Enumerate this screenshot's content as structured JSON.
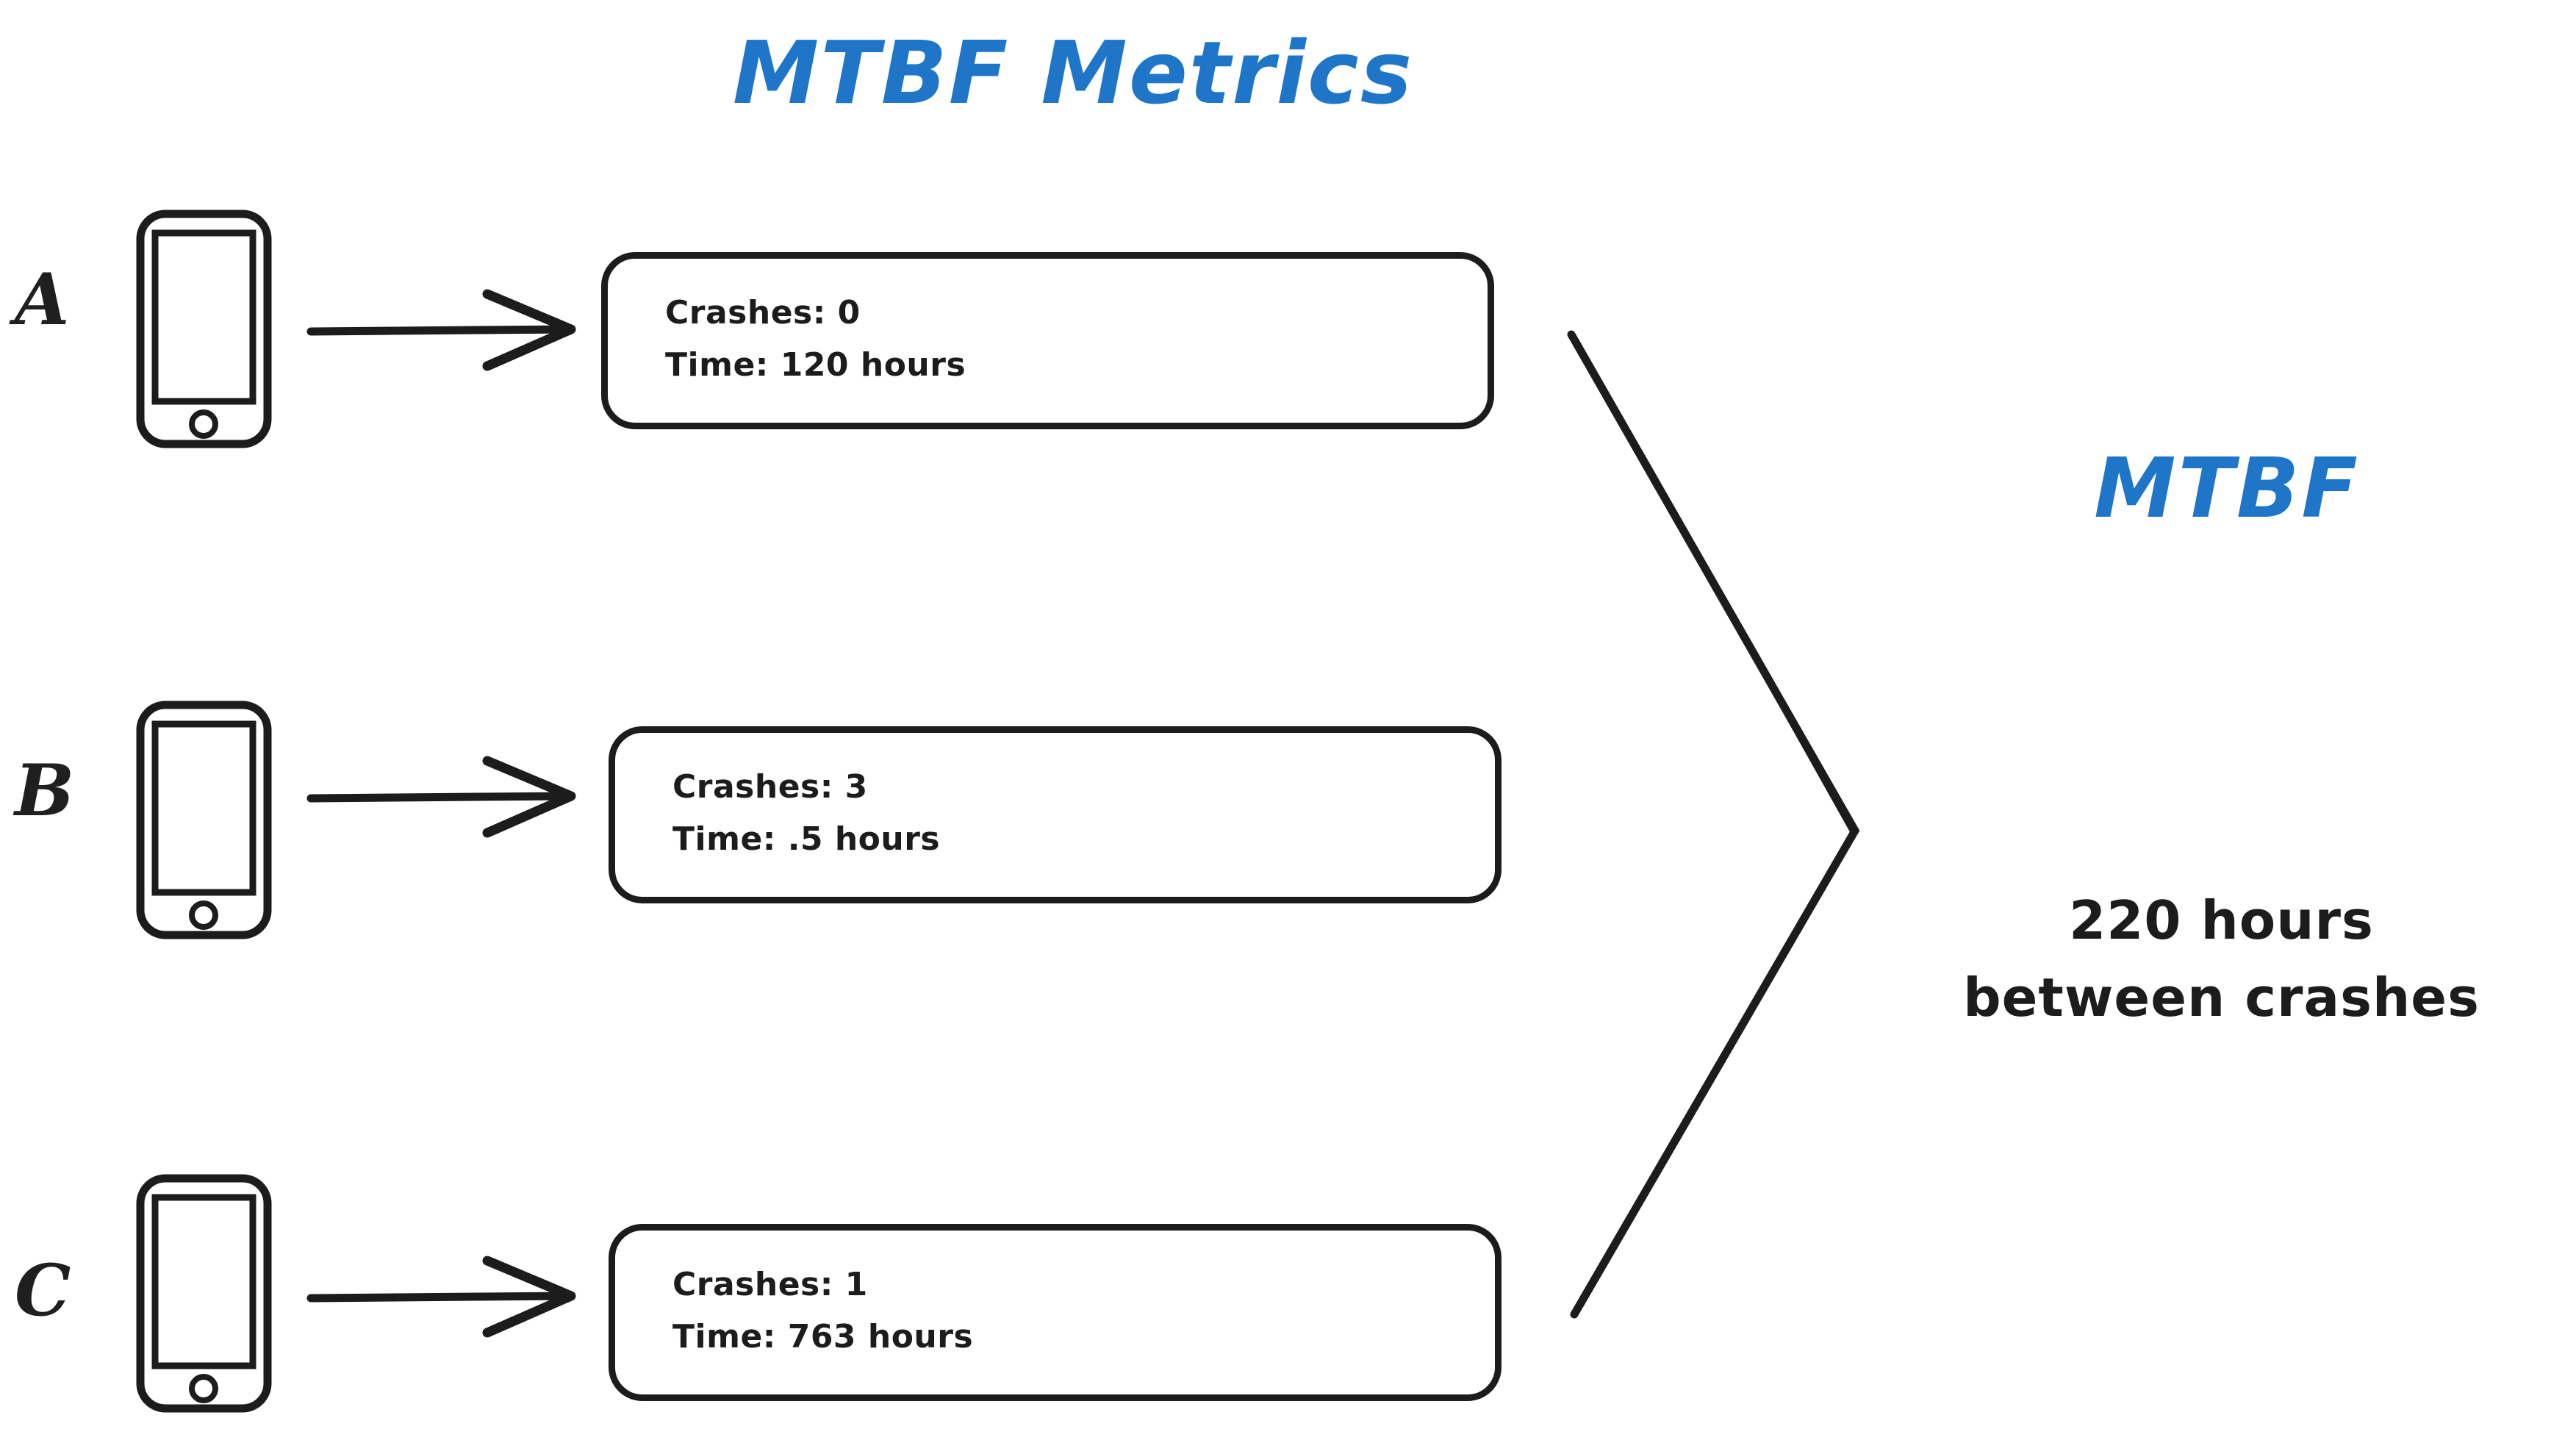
{
  "diagram": {
    "title": "MTBF Metrics",
    "type": "flow-diagram"
  },
  "devices": [
    {
      "letter": "A",
      "icon": "phone-icon",
      "arrow": "arrow-right-icon",
      "crashes_line": "Crashes: 0",
      "time_line": "Time: 120 hours",
      "crashes": 0,
      "time_hours": 120
    },
    {
      "letter": "B",
      "icon": "phone-icon",
      "arrow": "arrow-right-icon",
      "crashes_line": "Crashes: 3",
      "time_line": "Time: .5 hours",
      "crashes": 3,
      "time_hours": 0.5
    },
    {
      "letter": "C",
      "icon": "phone-icon",
      "arrow": "arrow-right-icon",
      "crashes_line": "Crashes: 1",
      "time_line": "Time: 763 hours",
      "crashes": 1,
      "time_hours": 763
    }
  ],
  "result": {
    "title": "MTBF",
    "value_line_1": "220 hours",
    "value_line_2": "between crashes",
    "value_number": 220,
    "value_unit": "hours"
  },
  "colors": {
    "accent_blue": "#1f76c8",
    "ink_black": "#1c1c1c",
    "background": "#ffffff"
  }
}
